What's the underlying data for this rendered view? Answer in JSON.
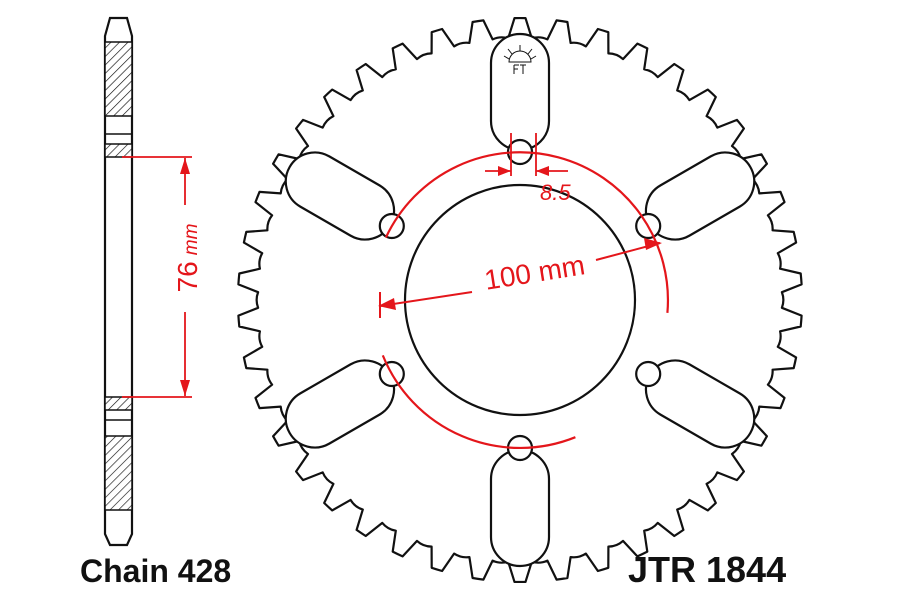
{
  "labels": {
    "chain": "Chain 428",
    "part_number": "JTR 1844",
    "pcd": "100 mm",
    "bolt_hole": "8.5",
    "offset_value": "76",
    "offset_unit": "mm"
  },
  "sprocket": {
    "teeth": 42,
    "bolt_holes": 6,
    "lightening_slots": 6
  },
  "colors": {
    "outline": "#111111",
    "dimension": "#e4161b",
    "background": "#ffffff"
  }
}
